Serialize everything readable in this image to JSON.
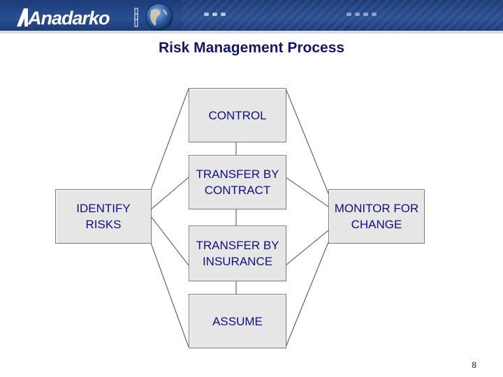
{
  "header": {
    "logo_text": "Anadarko"
  },
  "title": "Risk Management Process",
  "diagram": {
    "identify": "IDENTIFY\nRISKS",
    "control": "CONTROL",
    "transfer_contract": "TRANSFER BY\nCONTRACT",
    "transfer_insurance": "TRANSFER BY\nINSURANCE",
    "assume": "ASSUME",
    "monitor": "MONITOR FOR\nCHANGE"
  },
  "page_number": "8",
  "colors": {
    "header_bg": "#1c3c78",
    "title": "#14146a",
    "box_fill": "#e6e6e6",
    "box_text": "#0f0f82"
  }
}
